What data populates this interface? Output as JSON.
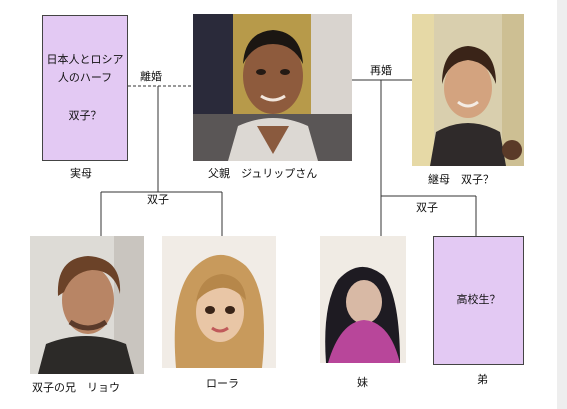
{
  "colors": {
    "box_fill": "#e3c9f3",
    "line": "#333333"
  },
  "mother_box": {
    "line1": "日本人とロシア",
    "line2": "人のハーフ",
    "line3": "双子？"
  },
  "labels": {
    "mother": "実母",
    "father": "父親　ジュリップさん",
    "stepmother": "継母　双子？",
    "divorce": "離婚",
    "remarriage": "再婚",
    "twins_left": "双子",
    "twins_right": "双子",
    "brother_twin": "双子の兄　リョウ",
    "rola": "ローラ",
    "sister": "妹",
    "younger_brother": "弟"
  },
  "highschool_box": {
    "text": "高校生？"
  }
}
